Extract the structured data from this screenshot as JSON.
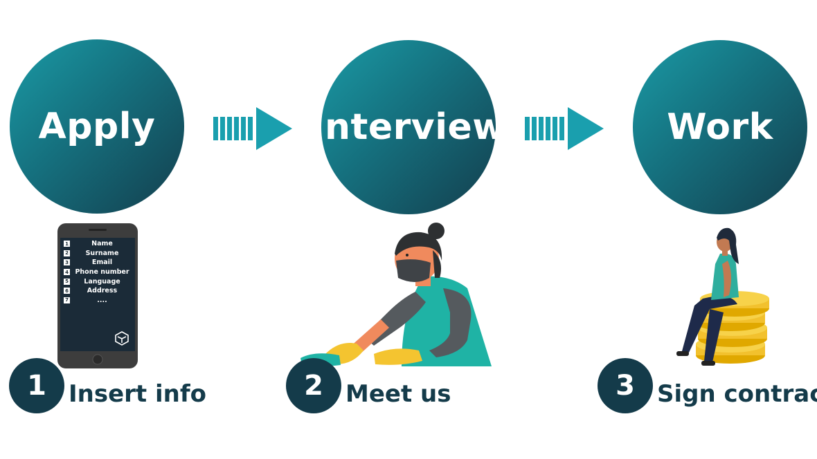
{
  "steps": [
    {
      "title": "Apply",
      "number": "1",
      "label": "Insert info"
    },
    {
      "title": "Interview",
      "number": "2",
      "label": "Meet us"
    },
    {
      "title": "Work",
      "number": "3",
      "label": "Sign contract"
    }
  ],
  "phone": {
    "fields": [
      {
        "n": "1",
        "label": "Name"
      },
      {
        "n": "2",
        "label": "Surname"
      },
      {
        "n": "3",
        "label": "Email"
      },
      {
        "n": "4",
        "label": "Phone number"
      },
      {
        "n": "5",
        "label": "Language"
      },
      {
        "n": "6",
        "label": "Address"
      },
      {
        "n": "7",
        "label": "...."
      }
    ]
  },
  "colors": {
    "circle_light": "#1a9aa5",
    "circle_dark": "#143e4d",
    "arrow": "#1a9fae",
    "badge": "#143b4a",
    "label_text": "#143b4a"
  },
  "icons": [
    "step-arrow-icon",
    "smartphone-icon",
    "cleaning-woman-icon",
    "woman-on-coins-icon",
    "logo-icon"
  ]
}
